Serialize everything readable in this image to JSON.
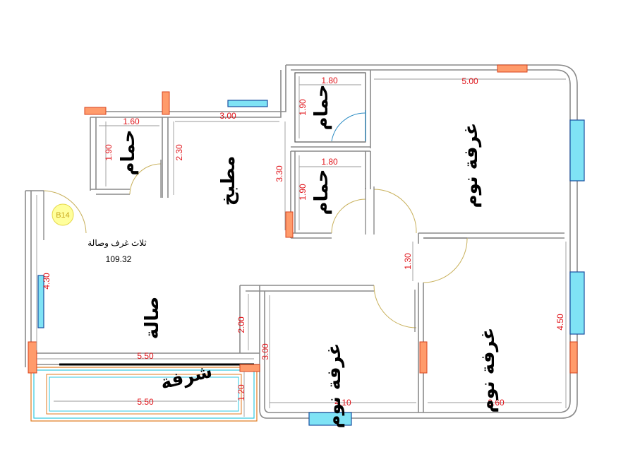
{
  "plan": {
    "apartment_label": "ثلاث غرف وصالة",
    "area_value": "109.32",
    "tag_label": "B14",
    "rooms": {
      "bath_top": "حمام",
      "bath_left": "حمام",
      "bath_mid": "حمام",
      "kitchen": "مطبخ",
      "bedroom_top_right": "غرفة نوم",
      "bedroom_bottom_right": "غرفة نوم",
      "bedroom_bottom_mid": "غرفة نوم",
      "hall": "صالة",
      "balcony": "شرفة"
    },
    "dimensions": {
      "bath_top_w": "1.80",
      "bath_top_h": "1.90",
      "bedroom_top_w": "5.00",
      "bath_left_w": "1.60",
      "bath_left_h": "1.90",
      "kitchen_h_left": "2.30",
      "kitchen_w": "3.00",
      "kitchen_h": "3.30",
      "bath_mid_w": "1.80",
      "bath_mid_h": "1.90",
      "corridor_h": "1.30",
      "hall_h": "4.30",
      "hall_w": "5.50",
      "hall_lower_h": "2.00",
      "bedroom_mid_h": "3.00",
      "bedroom_right_h": "4.50",
      "balcony_w": "5.50",
      "balcony_h": "1.20",
      "bedroom_mid_w": "4.10",
      "bedroom_right_w": "3.60"
    }
  }
}
